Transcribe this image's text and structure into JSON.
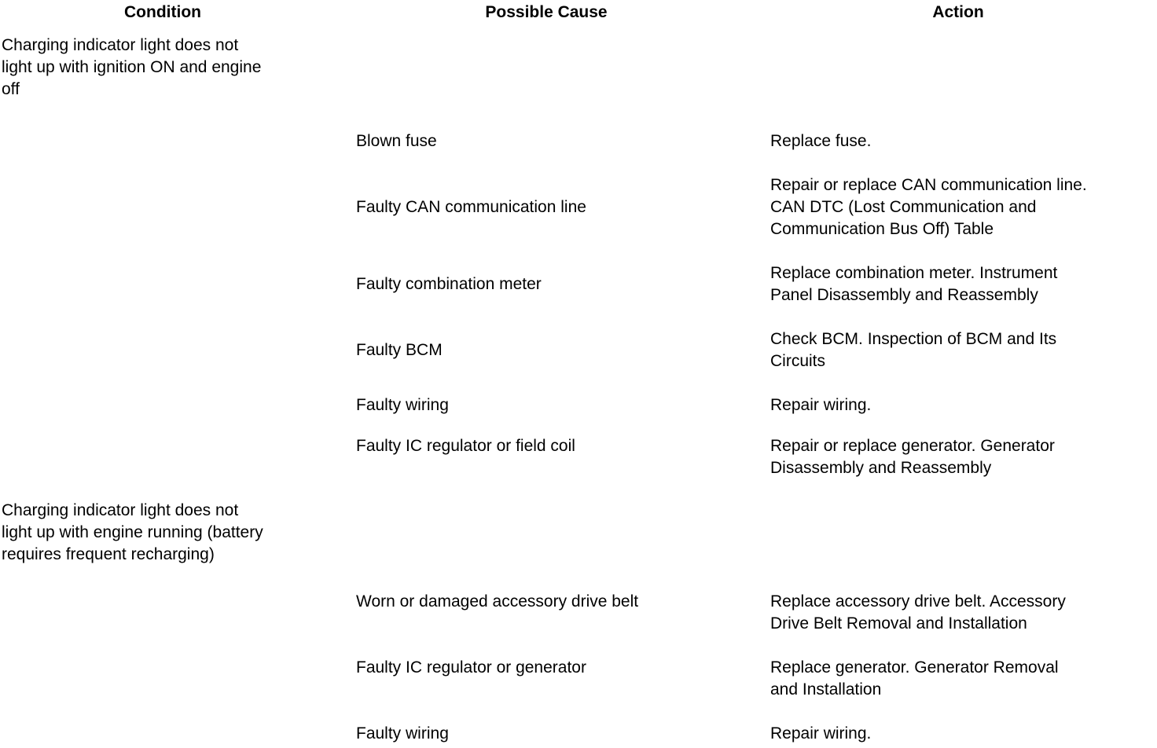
{
  "table": {
    "headers": {
      "condition": "Condition",
      "cause": "Possible Cause",
      "action": "Action"
    },
    "conditions": [
      {
        "id": "condition-1",
        "lines": [
          "Charging indicator light does not",
          "light up with ignition ON and engine",
          "off"
        ],
        "text": "Charging indicator light does not light up with ignition ON and engine off"
      },
      {
        "id": "condition-2",
        "lines": [
          "Charging indicator light does not",
          "light up with engine running (battery",
          "requires frequent recharging)"
        ],
        "text": "Charging indicator light does not light up with engine running (battery requires frequent recharging)"
      }
    ],
    "rows": [
      {
        "cause": "Blown fuse",
        "action_lines": [
          "Replace fuse."
        ]
      },
      {
        "cause": "Faulty CAN communication line",
        "action_lines": [
          "Repair or replace CAN communication line.",
          "CAN DTC (Lost Communication and",
          "Communication Bus Off) Table"
        ]
      },
      {
        "cause": "Faulty combination meter",
        "action_lines": [
          "Replace combination meter. Instrument",
          "Panel Disassembly and Reassembly"
        ]
      },
      {
        "cause": "Faulty BCM",
        "action_lines": [
          "Check BCM. Inspection of BCM and Its",
          "Circuits"
        ]
      },
      {
        "cause": "Faulty wiring",
        "action_lines": [
          "Repair wiring."
        ]
      },
      {
        "cause": "Faulty IC regulator or field coil",
        "action_lines": [
          "Repair or replace generator. Generator",
          "Disassembly and Reassembly"
        ]
      },
      {
        "cause": "Worn or damaged accessory drive belt",
        "action_lines": [
          "Replace accessory drive belt. Accessory",
          "Drive Belt Removal and Installation"
        ]
      },
      {
        "cause": "Faulty IC regulator or generator",
        "action_lines": [
          "Replace generator. Generator Removal",
          "and Installation"
        ]
      },
      {
        "cause": "Faulty wiring",
        "action_lines": [
          "Repair wiring."
        ]
      }
    ]
  },
  "layout": {
    "condition_tops": [
      44,
      636
    ],
    "cause_tops": [
      166,
      250,
      348,
      432,
      502,
      554,
      752,
      836,
      920
    ],
    "action_tops": [
      166,
      222,
      334,
      418,
      502,
      554,
      752,
      836,
      920
    ]
  }
}
